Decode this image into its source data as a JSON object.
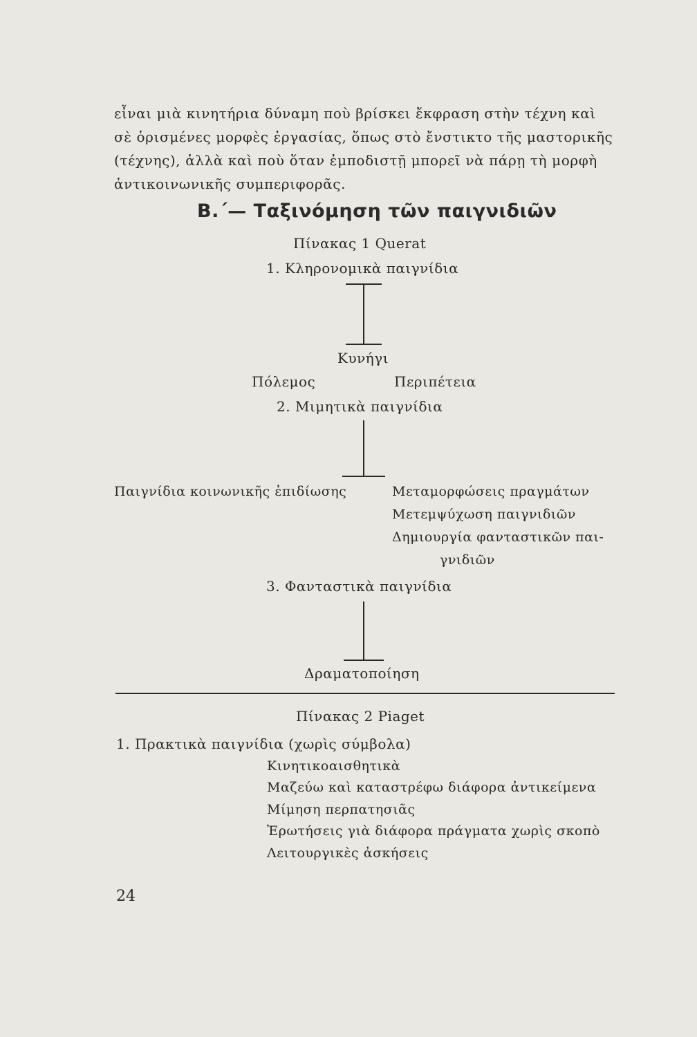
{
  "paragraph": [
    "εἶναι μιὰ κινητήρια δύναμη ποὺ βρίσκει ἔκφραση στὴν τέχνη καὶ",
    "σὲ ὁρισμένες μορφὲς ἐργασίας, ὅπως στὸ ἔνστικτο τῆς μαστορικῆς",
    "(τέχνης), ἀλλὰ καὶ ποὺ ὅταν ἐμποδιστῇ μπορεῖ νὰ πάρῃ τὴ μορφὴ",
    "ἀντικοινωνικῆς συμπεριφορᾶς."
  ],
  "heading": "Β.΄— Ταξινόμηση τῶν παιγνιδιῶν",
  "table1": {
    "title": "Πίνακας 1 Querat",
    "cat1": {
      "label": "1. Κληρονομικὰ παιγνίδια",
      "center": "Κυνήγι",
      "left": "Πόλεμος",
      "right": "Περιπέτεια"
    },
    "cat2": {
      "label": "2. Μιμητικὰ παιγνίδια",
      "left": "Παιγνίδια κοινωνικῆς ἐπιδίωσης",
      "right": [
        "Μεταμορφώσεις πραγμάτων",
        "Μετεμψύχωση παιγνιδιῶν",
        "Δημιουργία φανταστικῶν παι-",
        "γνιδιῶν"
      ]
    },
    "cat3": {
      "label": "3. Φανταστικὰ παιγνίδια",
      "center": "Δραματοποίηση"
    }
  },
  "table2": {
    "title": "Πίνακας 2 Piaget",
    "cat1": {
      "label": "1. Πρακτικὰ παιγνίδια (χωρὶς σύμβολα)",
      "items": [
        "Κινητικοαισθητικὰ",
        "Μαζεύω καὶ καταστρέφω διάφορα ἀντικείμενα",
        "Μίμηση περπατησιᾶς",
        "Ἐρωτήσεις γιὰ διάφορα πράγματα χωρὶς σκοπὸ",
        "Λειτουργικὲς ἀσκήσεις"
      ]
    }
  },
  "page_number": "24"
}
